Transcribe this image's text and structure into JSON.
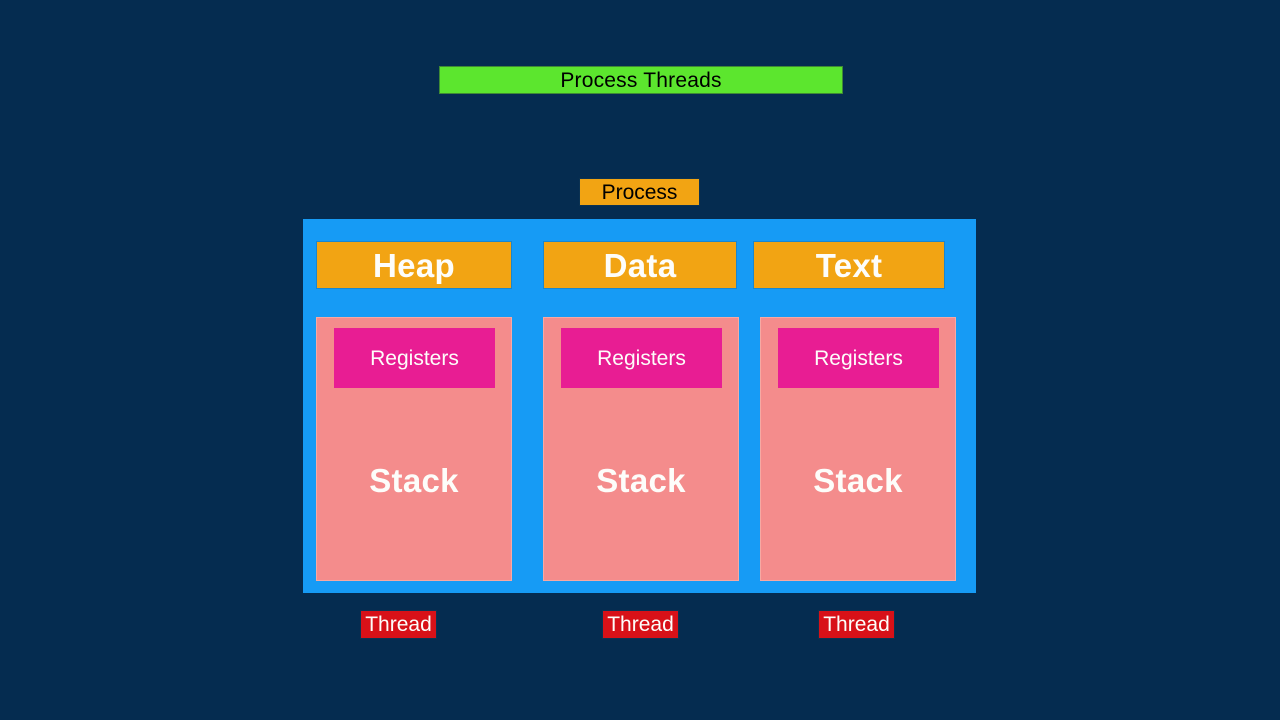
{
  "diagram": {
    "title": "Process Threads",
    "process_tag": "Process",
    "segments": [
      {
        "label": "Heap"
      },
      {
        "label": "Data"
      },
      {
        "label": "Text"
      }
    ],
    "threads": [
      {
        "registers_label": "Registers",
        "stack_label": "Stack",
        "tag": "Thread"
      },
      {
        "registers_label": "Registers",
        "stack_label": "Stack",
        "tag": "Thread"
      },
      {
        "registers_label": "Registers",
        "stack_label": "Stack",
        "tag": "Thread"
      }
    ]
  },
  "colors": {
    "background": "#052c50",
    "title_banner": "#5ce62e",
    "title_text": "#000000",
    "process_tag": "#f2a413",
    "process_container": "#169bf5",
    "segment": "#f2a413",
    "segment_text": "#fdfdfa",
    "thread_column": "#f48c8c",
    "registers": "#e81d93",
    "registers_text": "#fdfdfa",
    "stack_text": "#fdfdfa",
    "thread_tag": "#d81118",
    "thread_tag_text": "#fdfdfa"
  }
}
